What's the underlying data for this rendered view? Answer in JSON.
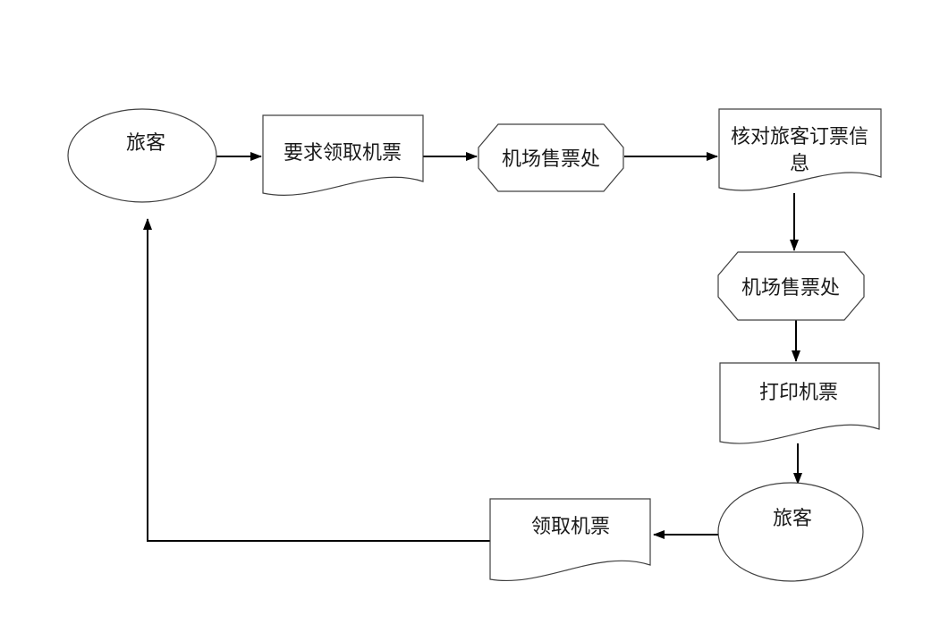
{
  "diagram": {
    "type": "flowchart",
    "language": "zh",
    "nodes": {
      "passenger_start": {
        "shape": "ellipse",
        "label": "旅客"
      },
      "request_ticket": {
        "shape": "document",
        "label": "要求领取机票"
      },
      "ticket_office_1": {
        "shape": "octagon",
        "label": "机场售票处"
      },
      "verify_booking": {
        "shape": "document",
        "label": "核对旅客订票信息",
        "line1": "核对旅客订票信",
        "line2": "息"
      },
      "ticket_office_2": {
        "shape": "octagon",
        "label": "机场售票处"
      },
      "print_ticket": {
        "shape": "document",
        "label": "打印机票"
      },
      "passenger_end": {
        "shape": "ellipse",
        "label": "旅客"
      },
      "collect_ticket": {
        "shape": "document",
        "label": "领取机票"
      }
    },
    "edges": [
      {
        "from": "passenger_start",
        "to": "request_ticket"
      },
      {
        "from": "request_ticket",
        "to": "ticket_office_1"
      },
      {
        "from": "ticket_office_1",
        "to": "verify_booking"
      },
      {
        "from": "verify_booking",
        "to": "ticket_office_2"
      },
      {
        "from": "ticket_office_2",
        "to": "print_ticket"
      },
      {
        "from": "print_ticket",
        "to": "passenger_end"
      },
      {
        "from": "passenger_end",
        "to": "collect_ticket"
      },
      {
        "from": "collect_ticket",
        "to": "passenger_start"
      }
    ],
    "colors": {
      "shape_stroke": "#404040",
      "connector": "#000000",
      "fill": "#ffffff",
      "text": "#1a1a1a",
      "background": "#ffffff"
    }
  }
}
